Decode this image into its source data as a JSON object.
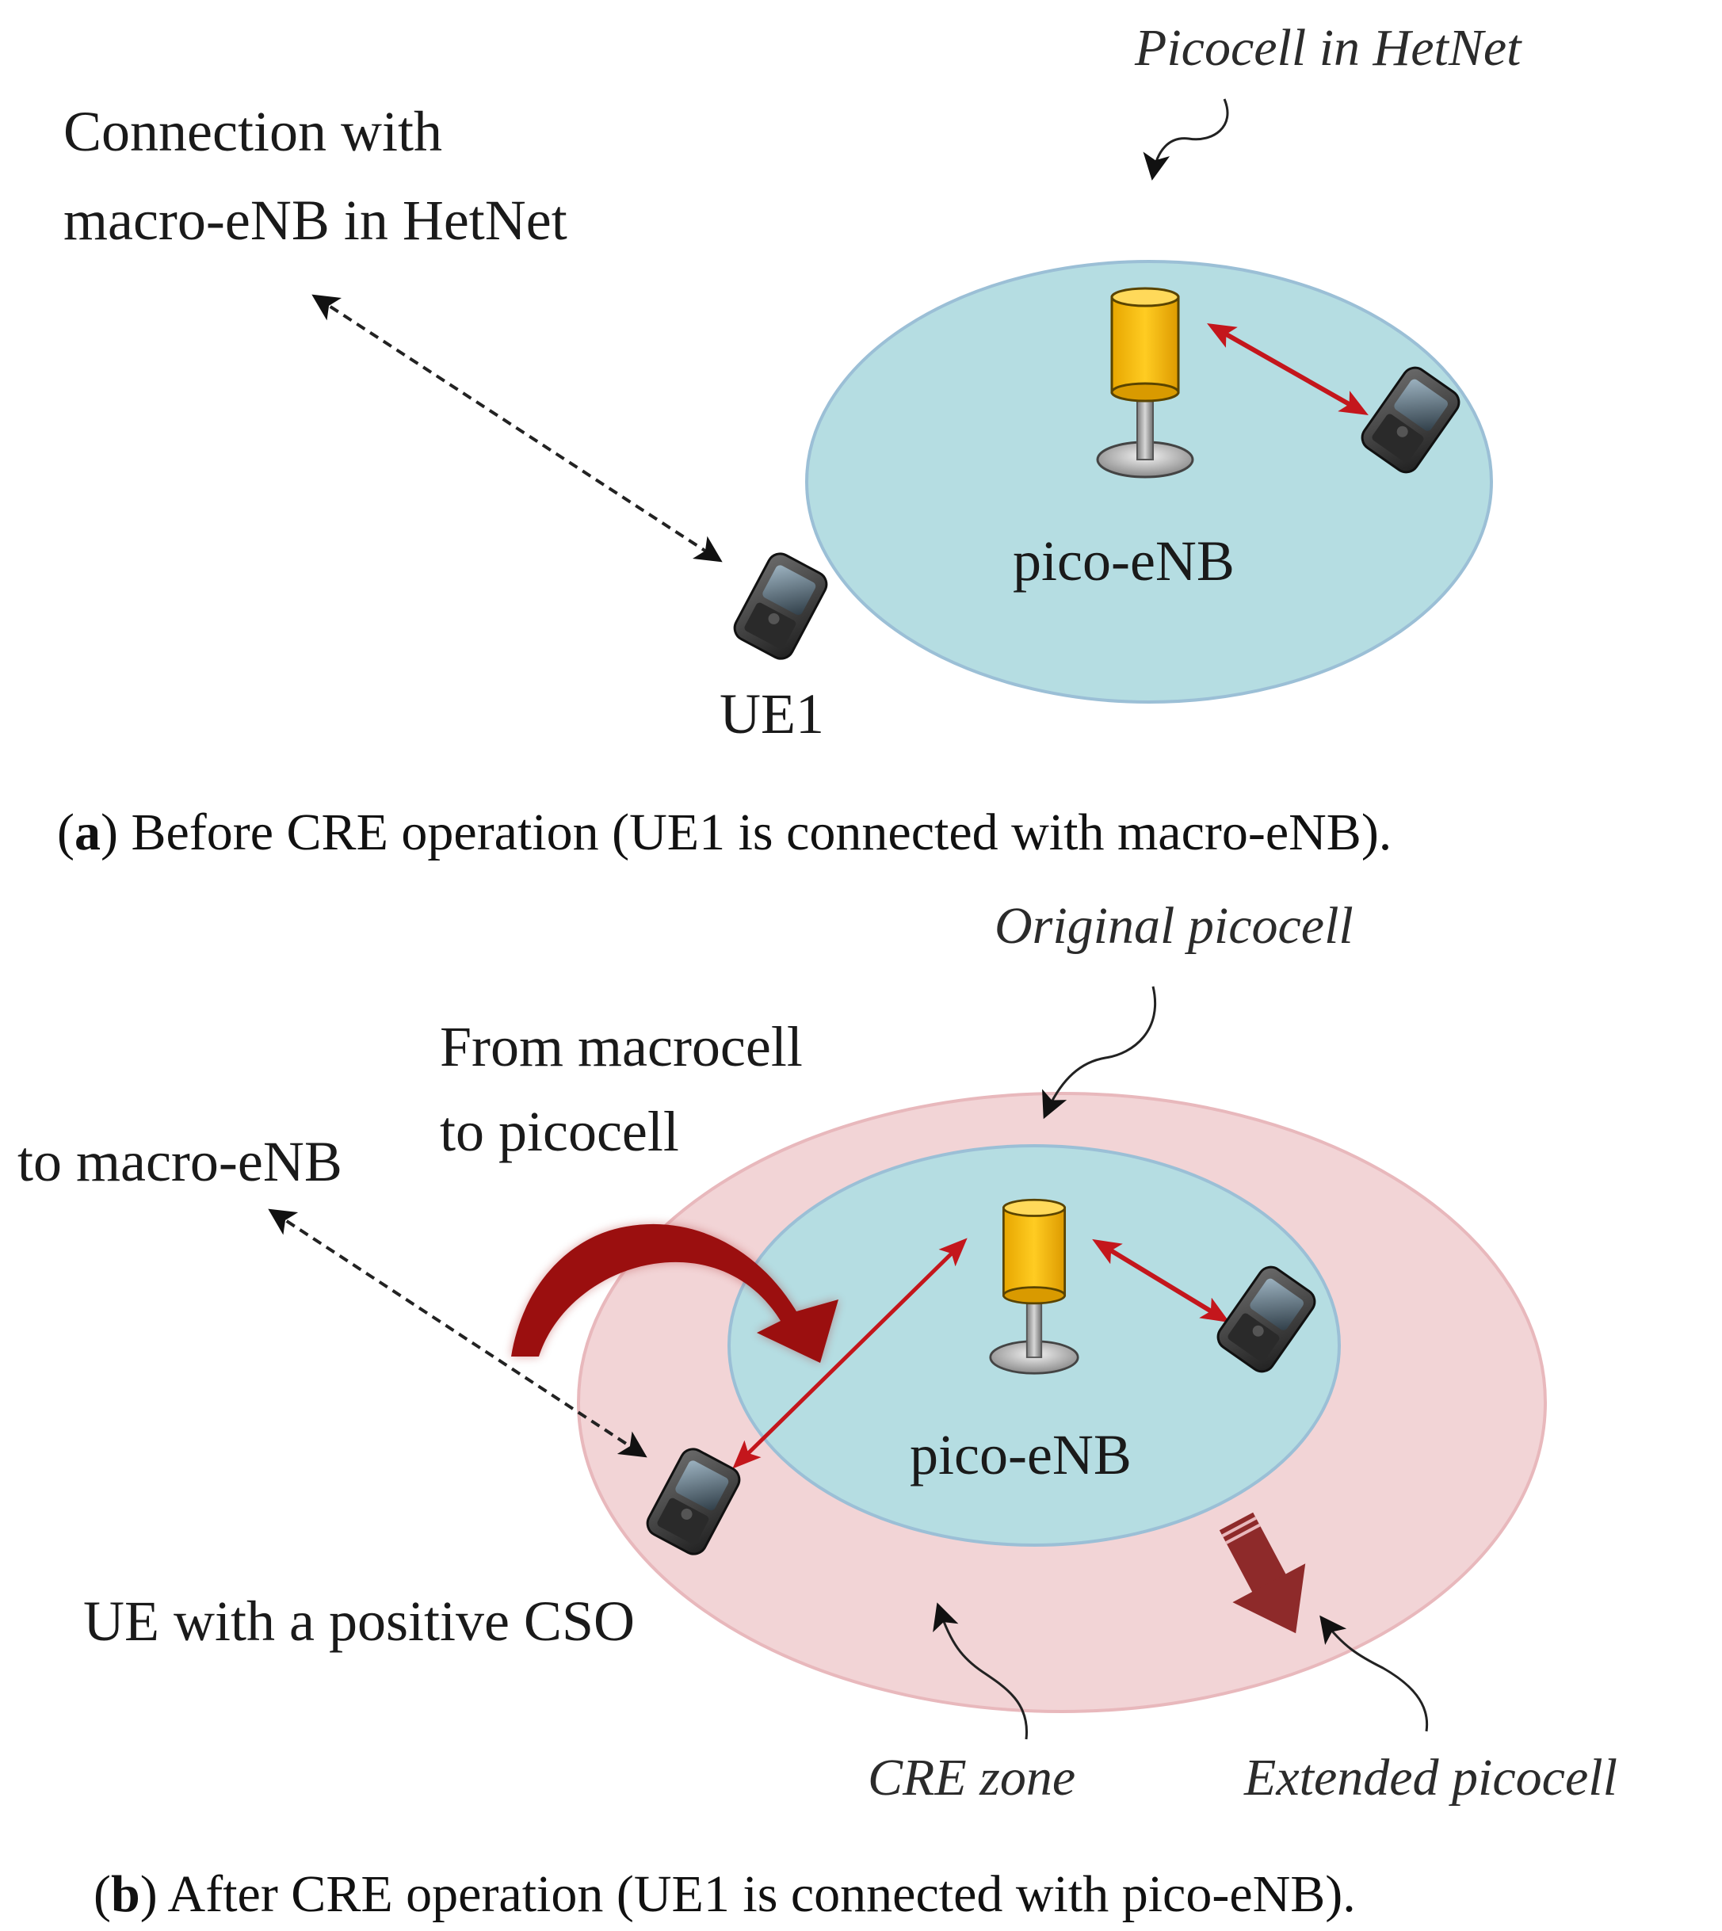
{
  "panel_a": {
    "label_picocell": "Picocell  in HetNet",
    "label_connection_line1": "Connection  with",
    "label_connection_line2": "macro-eNB  in HetNet",
    "label_pico_enb": "pico-eNB",
    "label_ue1": "UE1",
    "caption_letter": "a",
    "caption_text": " Before CRE operation (UE1 is connected with macro-eNB)."
  },
  "panel_b": {
    "label_original_picocell": "Original  picocell",
    "label_from_macro_line1": "From  macrocell",
    "label_from_macro_line2": "to picocell",
    "label_to_macro": "to macro-eNB",
    "label_pico_enb": "pico-eNB",
    "label_ue_cso": "UE  with   a positive   CSO",
    "label_cre_zone": "CRE zone",
    "label_extended_picocell": "Extended picocell",
    "caption_letter": "b",
    "caption_text": " After CRE operation (UE1 is connected with pico-eNB)."
  },
  "colors": {
    "picocell_fill": "#b5dde2",
    "picocell_stroke": "#9bbfd6",
    "cre_zone_fill": "#f2d4d6",
    "cre_zone_stroke": "#e8b8bc",
    "link_red": "#c4161c",
    "handover_arrow": "#9b0f0f",
    "extend_arrow": "#8e2a2a",
    "enb_gold": "#f5b800",
    "phone_dark": "#3a3a3a",
    "dashed_link": "#222222"
  }
}
